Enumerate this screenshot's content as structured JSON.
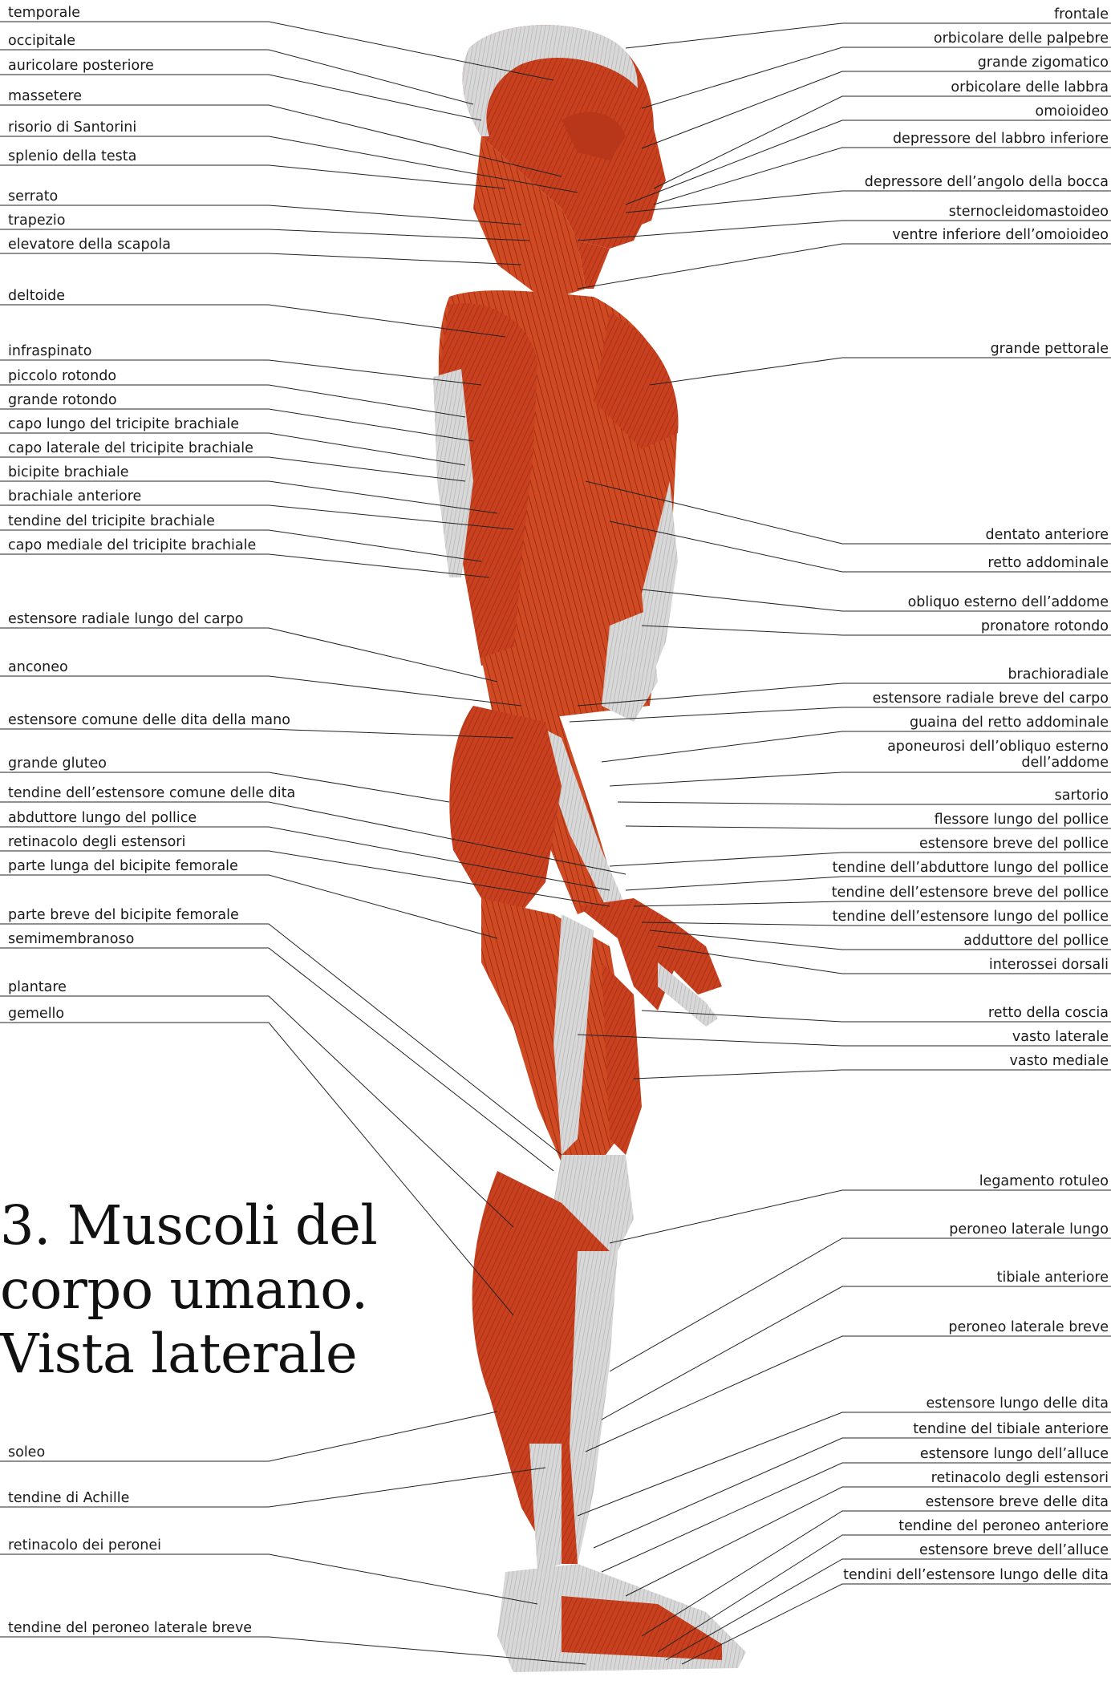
{
  "title": {
    "line1": "3. Muscoli del",
    "line2": "corpo umano.",
    "line3": "Vista laterale"
  },
  "colors": {
    "muscle": "#c8401e",
    "muscle_dark": "#9a2a12",
    "tendon": "#d6d6d6",
    "tendon_dark": "#a9a9a9",
    "leader_line": "#222222"
  },
  "left_labels": [
    "temporale",
    "occipitale",
    "auricolare posteriore",
    "massetere",
    "risorio di Santorini",
    "splenio della testa",
    "serrato",
    "trapezio",
    "elevatore della scapola",
    "deltoide",
    "infraspinato",
    "piccolo rotondo",
    "grande rotondo",
    "capo lungo del tricipite brachiale",
    "capo laterale del tricipite brachiale",
    "bicipite brachiale",
    "brachiale anteriore",
    "tendine del tricipite brachiale",
    "capo mediale del tricipite brachiale",
    "estensore radiale lungo del carpo",
    "anconeo",
    "estensore comune delle dita della mano",
    "grande gluteo",
    "tendine dell’estensore comune delle dita",
    "abduttore lungo del pollice",
    "retinacolo degli estensori",
    "parte lunga del bicipite femorale",
    "parte breve del bicipite femorale",
    "semimembranoso",
    "plantare",
    "gemello",
    "soleo",
    "tendine di Achille",
    "retinacolo dei peronei",
    "tendine del peroneo laterale breve"
  ],
  "right_labels": [
    "frontale",
    "orbicolare delle palpebre",
    "grande zigomatico",
    "orbicolare delle labbra",
    "omoioideo",
    "depressore del labbro inferiore",
    "depressore dell’angolo della bocca",
    "sternocleidomastoideo",
    "ventre inferiore dell’omoioideo",
    "grande pettorale",
    "dentato anteriore",
    "retto addominale",
    "obliquo esterno dell’addome",
    "pronatore rotondo",
    "brachioradiale",
    "estensore radiale breve del carpo",
    "guaina del retto addominale",
    "aponeurosi dell’obliquo esterno dell’addome",
    "sartorio",
    "flessore lungo del pollice",
    "estensore breve del pollice",
    "tendine dell’abduttore lungo del pollice",
    "tendine dell’estensore breve del pollice",
    "tendine dell’estensore lungo del pollice",
    "adduttore del pollice",
    "interossei dorsali",
    "retto della coscia",
    "vasto laterale",
    "vasto mediale",
    "legamento rotuleo",
    "peroneo laterale lungo",
    "tibiale anteriore",
    "peroneo laterale breve",
    "estensore lungo delle dita",
    "tendine del tibiale anteriore",
    "estensore lungo dell’alluce",
    "retinacolo degli estensori",
    "estensore breve delle dita",
    "tendine del peroneo anteriore",
    "estensore breve dell’alluce",
    "tendini dell’estensore lungo delle dita"
  ]
}
